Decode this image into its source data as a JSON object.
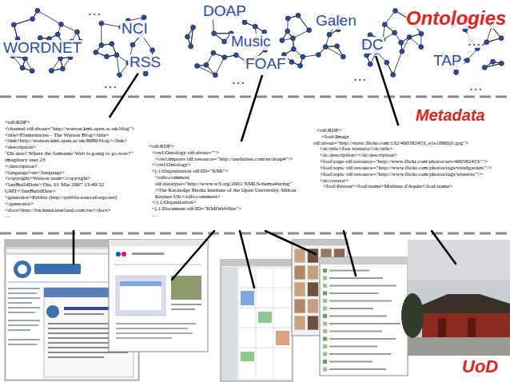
{
  "diagram": {
    "nodes": [
      {
        "text": [
          "WORDNET"
        ]
      },
      {
        "text": [
          "NCI"
        ]
      },
      {
        "text": [
          "DOAP"
        ]
      },
      {
        "text": [
          "Music"
        ]
      },
      {
        "text": [
          "Galen"
        ]
      },
      {
        "text": [
          "DC"
        ]
      },
      {
        "text": [
          "RSS"
        ]
      },
      {
        "text": [
          "FOAF"
        ]
      },
      {
        "text": [
          "TAP"
        ]
      },
      {
        "text": [
          "<rdf:RDF>",
          "<channel rdf:about=\"http://watson.kmi.open.ac.uk/blog\">",
          "<title>Elementaries - The Watson Blog</title>",
          "<link>http://watson.kmi.open.ac.uk:8080/blog/</link>",
          "<description>",
          "\"Oh dear! Where the Semantic Web is going to go now?\" imaginary user 23",
          "</description>",
          "<language>en</language>",
          "<copyright>Watson team</copyright>",
          "<lastBuildDate>Thu, 01 Mar 2007 13:49:52 GMT</lastBuildDate>",
          "<generator>Pebble (http://pebble.sourceforge.net)</generator>",
          "<docs>http://backend.userland.com/rss</docs>",
          "…"
        ]
      },
      {
        "text": [
          "<rdf:RDF>",
          "<owl:Ontology rdf:about=\"\">",
          "<owl:imports rdf:resource=\"http://usefuline.com/ns/doap#\"/>",
          "</owl:Ontology>",
          "<j.1:Organization rdf:ID=\"KMi\">",
          "<rdfs:comment rdf:datatype=\"http://www.w3.org/2001/XMLSchema#string\"",
          ">The Knoledge Media Institute of the Open University, Milton Keynes UK</rdfs:comment>",
          "</j.1:Organization>",
          "<j.1:Document rdf:ID=\"KMiWebSite\">",
          "…"
        ]
      },
      {
        "text": [
          "<rdf:RDF>",
          "<foaf:Image",
          "rdf:about=\"http://static.flickr.com/132/400582453_e1e1f8602c.jpg\">",
          "<dc:title>Zen wisteria</dc:title>",
          "<dc:description></dc:description>",
          "<foaf:page rdf:resource=\"http://www.flickr.com/photos/sev/400582453/\"/>",
          "<foaf:topic rdf:resource=\"http://www.flickr.com/photos/tags/vittelgarden/\"/>",
          "<foaf:topic rdf:resource=\"http://www.flickr.com/photos/tags/wisteria/\"/>",
          "<dc:creator>",
          "<foaf:Person><foaf:name>Mathieu d'Aquin</foaf:name>"
        ]
      }
    ],
    "edges": [
      {
        "from": 9,
        "to": 6,
        "arrow": "none"
      },
      {
        "from": 10,
        "to": 7,
        "arrow": "none"
      },
      {
        "from": 11,
        "to": 5,
        "arrow": "none"
      }
    ],
    "labels": [
      "…",
      "…",
      "…",
      "…",
      "…",
      "…",
      "Ontologies",
      "Metadata",
      "UoD"
    ]
  }
}
